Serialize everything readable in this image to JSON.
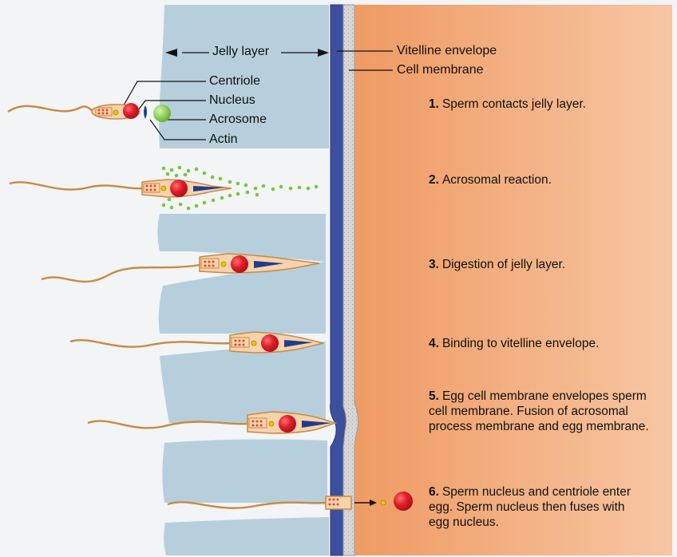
{
  "labels": {
    "jelly_layer": "Jelly layer",
    "vitelline_envelope": "Vitelline envelope",
    "cell_membrane": "Cell membrane",
    "centriole": "Centriole",
    "nucleus": "Nucleus",
    "acrosome": "Acrosome",
    "actin": "Actin"
  },
  "steps": [
    {
      "num": "1.",
      "text": "Sperm contacts jelly layer."
    },
    {
      "num": "2.",
      "text": "Acrosomal reaction."
    },
    {
      "num": "3.",
      "text": "Digestion of jelly layer."
    },
    {
      "num": "4.",
      "text": "Binding to vitelline envelope."
    },
    {
      "num": "5.",
      "text": "Egg cell membrane envelopes sperm cell membrane. Fusion of acrosomal process membrane and egg membrane."
    },
    {
      "num": "6.",
      "text": "Sperm nucleus and centriole enter egg. Sperm nucleus then fuses with egg nucleus."
    }
  ],
  "colors": {
    "background": "#f2f4f6",
    "jelly": "#b7cfdc",
    "vitelline": "#3d4f9e",
    "cell_membrane": "#d4d4d4",
    "egg": "#f3a674",
    "sperm_body": "#f6d3ad",
    "nucleus": "#e11e2b",
    "acrosome": "#7cc43e",
    "actin": "#1f3d8c",
    "tail": "#c98a42"
  }
}
